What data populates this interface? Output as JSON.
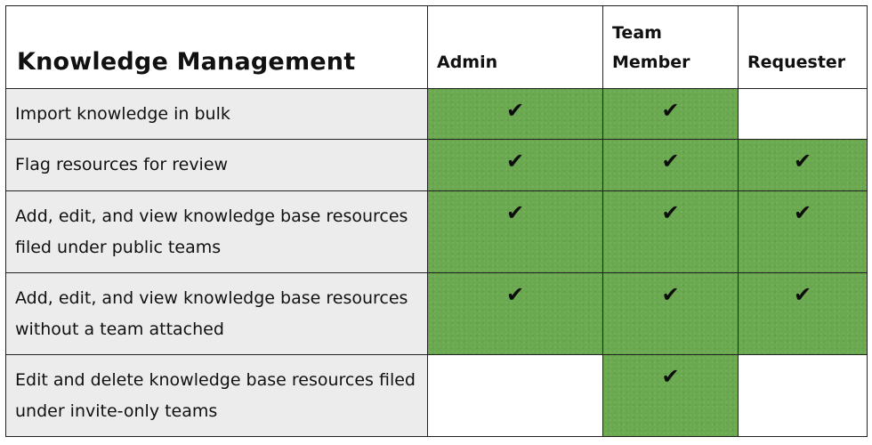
{
  "table": {
    "title": "Knowledge Management",
    "roles": [
      {
        "line1": "",
        "line2": "Admin"
      },
      {
        "line1": "Team",
        "line2": "Member"
      },
      {
        "line1": "",
        "line2": "Requester"
      }
    ],
    "check_symbol": "✔",
    "permission_color": "#6aa94f",
    "rows": [
      {
        "feature_line1": "Import knowledge in bulk",
        "feature_line2": "",
        "permissions": {
          "admin": true,
          "team_member": true,
          "requester": false
        }
      },
      {
        "feature_line1": "Flag resources for review",
        "feature_line2": "",
        "permissions": {
          "admin": true,
          "team_member": true,
          "requester": true
        }
      },
      {
        "feature_line1": "Add, edit, and view knowledge base resources",
        "feature_line2": "filed under public teams",
        "permissions": {
          "admin": true,
          "team_member": true,
          "requester": true
        }
      },
      {
        "feature_line1": "Add, edit, and view knowledge base resources",
        "feature_line2": "without a team attached",
        "permissions": {
          "admin": true,
          "team_member": true,
          "requester": true
        }
      },
      {
        "feature_line1": "Edit and delete knowledge base resources filed",
        "feature_line2": "under invite-only teams",
        "permissions": {
          "admin": false,
          "team_member": true,
          "requester": false
        }
      }
    ]
  }
}
